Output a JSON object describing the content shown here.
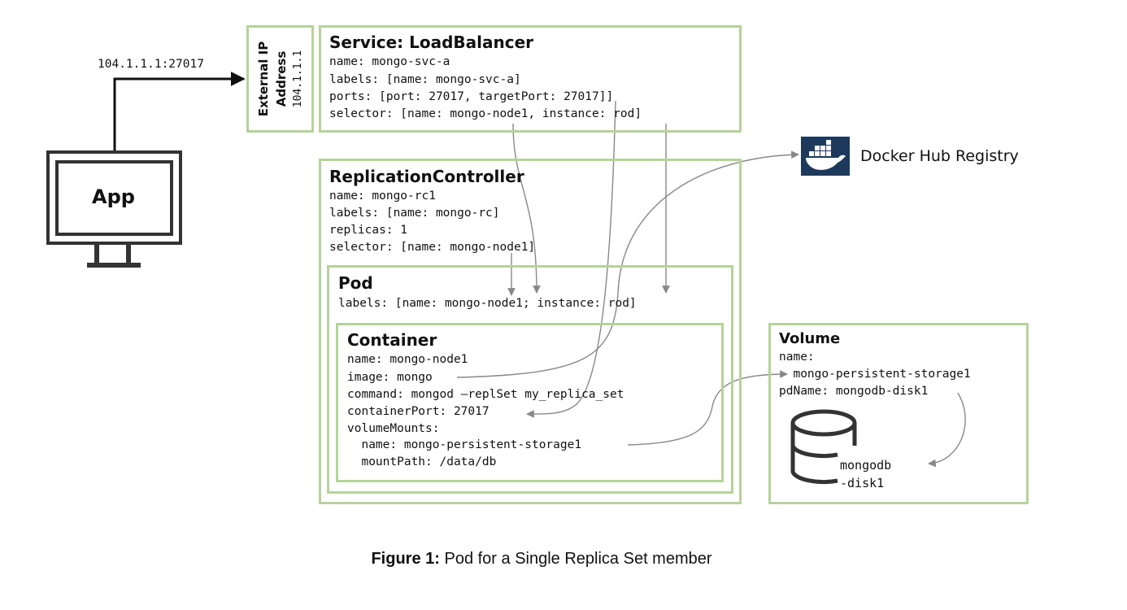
{
  "app": {
    "label": "App"
  },
  "connection": {
    "address": "104.1.1.1:27017"
  },
  "external_ip": {
    "title_line1": "External IP",
    "title_line2": "Address",
    "value": "104.1.1.1"
  },
  "service": {
    "title": "Service: LoadBalancer",
    "lines": [
      "name: mongo-svc-a",
      "labels: [name: mongo-svc-a]",
      "ports: [port: 27017, targetPort: 27017]]",
      "selector: [name: mongo-node1, instance: rod]"
    ]
  },
  "replication_controller": {
    "title": "ReplicationController",
    "lines": [
      "name: mongo-rc1",
      "labels: [name: mongo-rc]",
      "replicas: 1",
      "selector: [name: mongo-node1]"
    ]
  },
  "pod": {
    "title": "Pod",
    "lines": [
      "labels: [name: mongo-node1; instance: rod]"
    ]
  },
  "container": {
    "title": "Container",
    "lines": [
      "name: mongo-node1",
      "image: mongo",
      "command: mongod –replSet my_replica_set",
      "containerPort: 27017",
      "volumeMounts:",
      "  name: mongo-persistent-storage1",
      "  mountPath: /data/db"
    ]
  },
  "volume": {
    "title": "Volume",
    "lines": [
      "name:",
      "  mongo-persistent-storage1",
      "pdName: mongodb-disk1"
    ],
    "disk_label_line1": "mongodb",
    "disk_label_line2": "-disk1"
  },
  "registry": {
    "label": "Docker Hub Registry",
    "icon": "docker-whale-icon",
    "icon_bg": "#1d3a5c"
  },
  "caption": {
    "prefix": "Figure 1:",
    "text": " Pod for a Single Replica Set member"
  },
  "colors": {
    "box_border": "#b5d39a",
    "arrow": "#888888",
    "monitor": "#333333"
  }
}
